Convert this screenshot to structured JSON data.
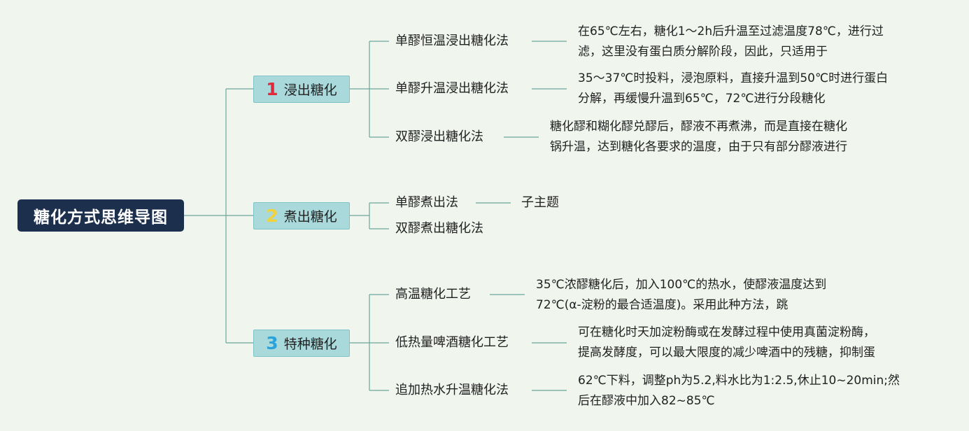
{
  "root": {
    "label": "糖化方式思维导图"
  },
  "branches": [
    {
      "number": "1",
      "number_color": "#e3283c",
      "label": "浸出糖化",
      "children": [
        {
          "label": "单醪恒温浸出糖化法",
          "note": [
            "在65℃左右，糖化1～2h后升温至过滤温度78℃，进行过",
            "滤，这里没有蛋白质分解阶段，因此，只适用于"
          ]
        },
        {
          "label": "单醪升温浸出糖化法",
          "note": [
            "35～37℃时投料，浸泡原料，直接升温到50℃时进行蛋白",
            "分解，再缓慢升温到65℃，72℃进行分段糖化"
          ]
        },
        {
          "label": "双醪浸出糖化法",
          "note": [
            "糖化醪和糊化醪兑醪后，醪液不再煮沸，而是直接在糖化",
            "锅升温，达到糖化各要求的温度，由于只有部分醪液进行"
          ]
        }
      ]
    },
    {
      "number": "2",
      "number_color": "#f2d23c",
      "label": "煮出糖化",
      "children": [
        {
          "label": "单醪煮出法",
          "note": [
            "子主题"
          ]
        },
        {
          "label": "双醪煮出糖化法",
          "note": []
        }
      ]
    },
    {
      "number": "3",
      "number_color": "#2aa3db",
      "label": "特种糖化",
      "children": [
        {
          "label": "高温糖化工艺",
          "note": [
            "35℃浓醪糖化后，加入100℃的热水，使醪液温度达到",
            "72℃(α-淀粉的最合适温度)。采用此种方法，跳"
          ]
        },
        {
          "label": "低热量啤酒糖化工艺",
          "note": [
            "可在糖化时天加淀粉酶或在发酵过程中使用真菌淀粉酶，",
            "提高发酵度，可以最大限度的减少啤酒中的残糖，抑制蛋"
          ]
        },
        {
          "label": "追加热水升温糖化法",
          "note": [
            "62℃下料，调整ph为5.2,料水比为1:2.5,休止10~20min;然",
            "后在醪液中加入82~85℃"
          ]
        }
      ]
    }
  ]
}
